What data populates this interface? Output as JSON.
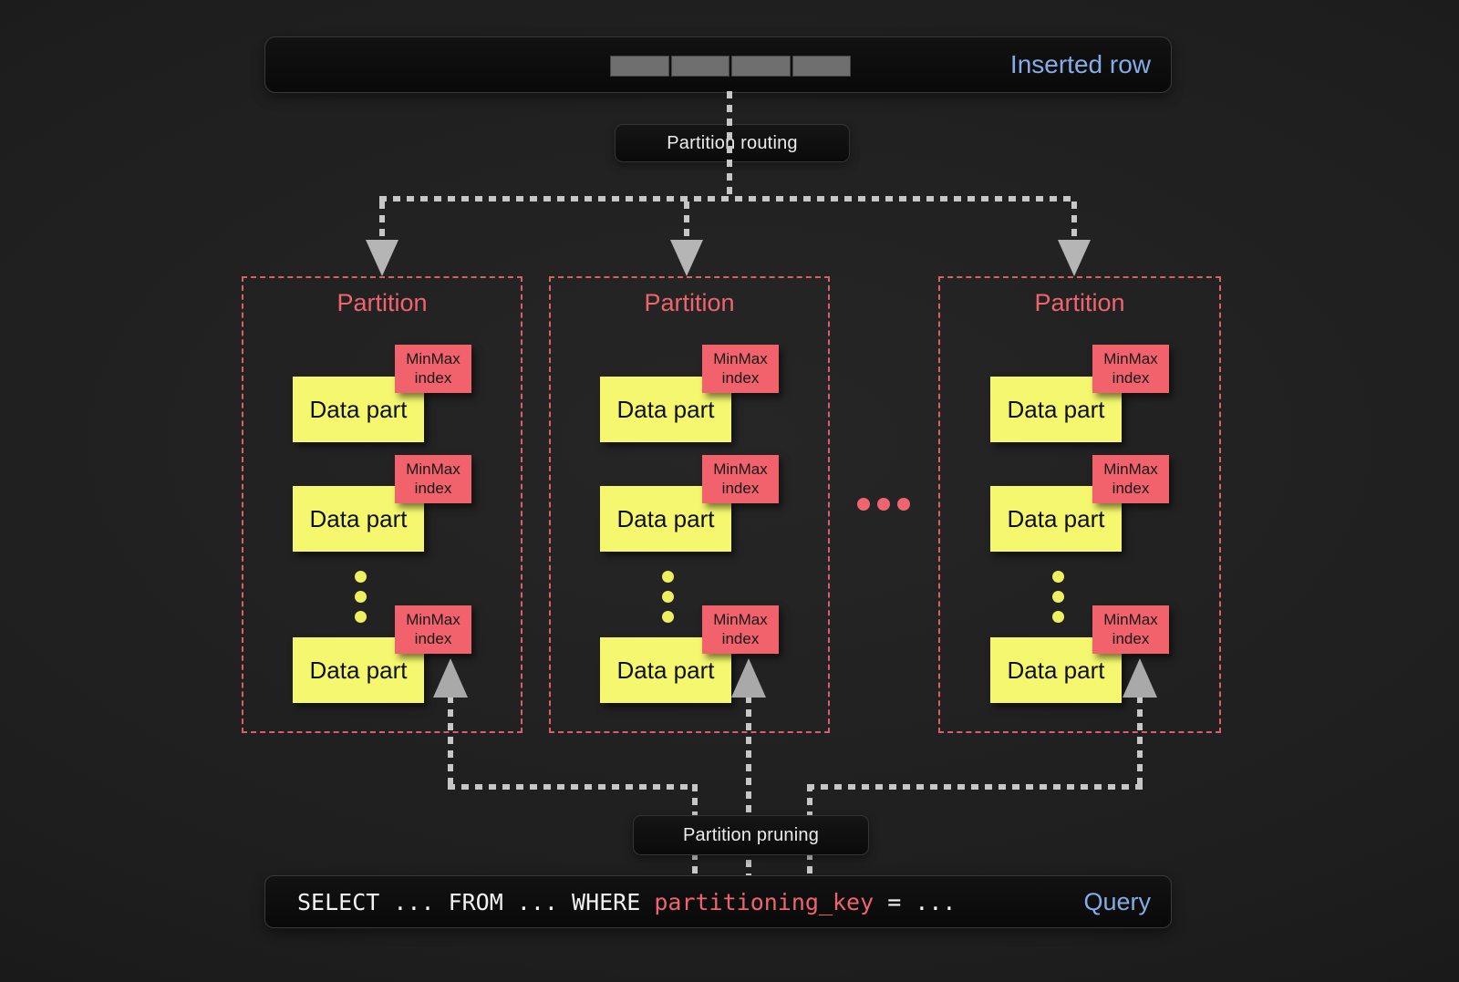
{
  "colors": {
    "background": "#1e1e1e",
    "panel_fill": "#0b0b0b",
    "accent_blue": "#84ade6",
    "accent_red": "#ee6570",
    "part_yellow": "#f5f86e",
    "connector_gray": "#c7c7c7",
    "row_cell_gray": "#6f6f6f"
  },
  "inserted_row": {
    "label": "Inserted row",
    "cell_count": 4
  },
  "flow": {
    "routing_label": "Partition routing",
    "pruning_label": "Partition pruning"
  },
  "partitions": [
    {
      "title": "Partition",
      "parts": [
        {
          "label": "Data part",
          "badge": "MinMax index"
        },
        {
          "label": "Data part",
          "badge": "MinMax index"
        },
        {
          "label": "Data part",
          "badge": "MinMax index"
        }
      ]
    },
    {
      "title": "Partition",
      "parts": [
        {
          "label": "Data part",
          "badge": "MinMax index"
        },
        {
          "label": "Data part",
          "badge": "MinMax index"
        },
        {
          "label": "Data part",
          "badge": "MinMax index"
        }
      ]
    },
    {
      "title": "Partition",
      "parts": [
        {
          "label": "Data part",
          "badge": "MinMax index"
        },
        {
          "label": "Data part",
          "badge": "MinMax index"
        },
        {
          "label": "Data part",
          "badge": "MinMax index"
        }
      ]
    }
  ],
  "query": {
    "sql_plain_1": "SELECT ... FROM ... WHERE ",
    "sql_highlight": "partitioning_key",
    "sql_plain_2": " = ...",
    "label": "Query"
  }
}
